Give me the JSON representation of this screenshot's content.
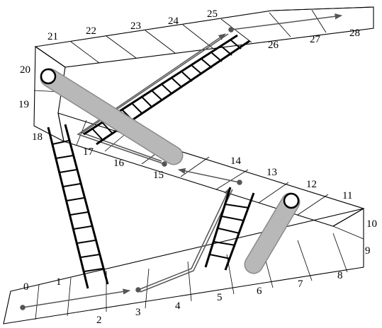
{
  "board": {
    "cells": [
      "0",
      "1",
      "2",
      "3",
      "4",
      "5",
      "6",
      "7",
      "8",
      "9",
      "10",
      "11",
      "12",
      "13",
      "14",
      "15",
      "16",
      "17",
      "18",
      "19",
      "20",
      "21",
      "22",
      "23",
      "24",
      "25",
      "26",
      "27",
      "28"
    ]
  },
  "colors": {
    "line": "#000000",
    "snake_fill": "#b8b8b8",
    "snake_edge": "#8a8a8a",
    "path_arrow": "#555555",
    "background": "#ffffff"
  }
}
